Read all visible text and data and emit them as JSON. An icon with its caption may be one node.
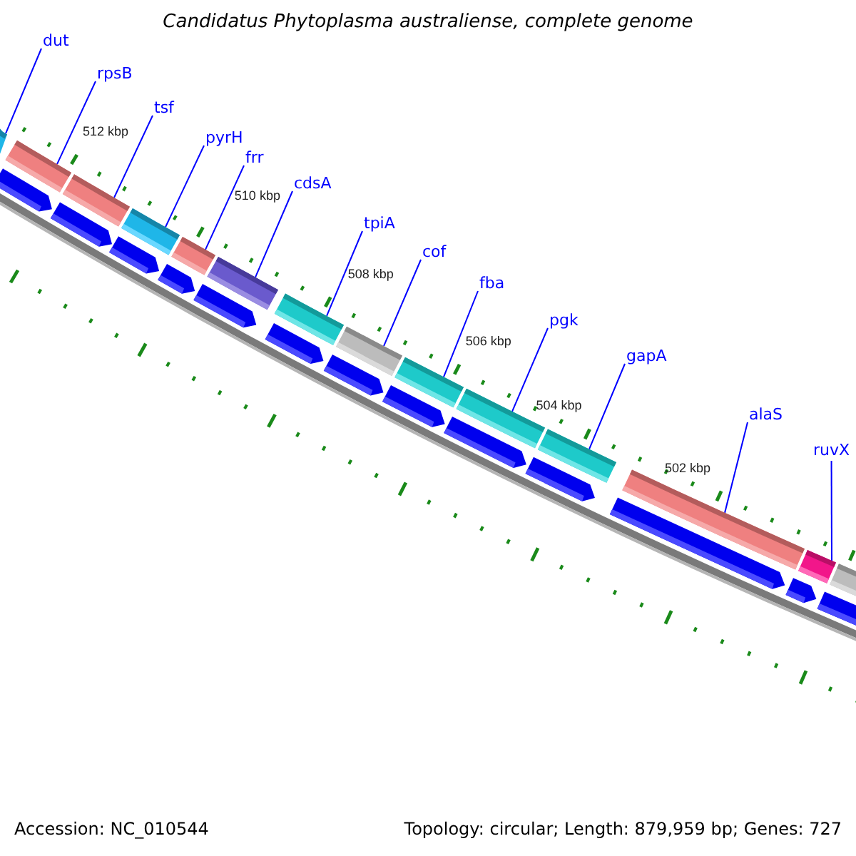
{
  "diagram": {
    "title": "Candidatus Phytoplasma australiense, complete genome",
    "nodes": [
      {
        "text": [
          "dut"
        ]
      },
      {
        "text": [
          "rpsB"
        ]
      },
      {
        "text": [
          "tsf"
        ]
      },
      {
        "text": [
          "pyrH"
        ]
      },
      {
        "text": [
          "frr"
        ]
      },
      {
        "text": [
          "cdsA"
        ]
      },
      {
        "text": [
          "tpiA"
        ]
      },
      {
        "text": [
          "cof"
        ]
      },
      {
        "text": [
          "fba"
        ]
      },
      {
        "text": [
          "pgk"
        ]
      },
      {
        "text": [
          "gapA"
        ]
      },
      {
        "text": [
          "alaS"
        ]
      },
      {
        "text": [
          "ruvX"
        ]
      },
      {
        "text": [],
        "shape": "bar"
      },
      {
        "text": [],
        "shape": "bar"
      },
      {
        "text": [],
        "shape": "bar"
      },
      {
        "text": [],
        "shape": "bar"
      },
      {
        "text": [],
        "shape": "bar"
      },
      {
        "text": [],
        "shape": "bar"
      },
      {
        "text": [],
        "shape": "bar"
      },
      {
        "text": [],
        "shape": "bar"
      },
      {
        "text": [],
        "shape": "bar"
      },
      {
        "text": [],
        "shape": "bar"
      },
      {
        "text": [],
        "shape": "bar"
      },
      {
        "text": [],
        "shape": "bar"
      },
      {
        "text": [],
        "shape": "bar"
      },
      {
        "text": [],
        "shape": "bar"
      }
    ],
    "edges": [
      {
        "from": 0,
        "to": 13,
        "arrow": "none"
      },
      {
        "from": 1,
        "to": 14,
        "arrow": "none"
      },
      {
        "from": 2,
        "to": 15,
        "arrow": "none"
      },
      {
        "from": 3,
        "to": 16,
        "arrow": "none"
      },
      {
        "from": 4,
        "to": 17,
        "arrow": "none"
      },
      {
        "from": 5,
        "to": 18,
        "arrow": "none"
      },
      {
        "from": 6,
        "to": 19,
        "arrow": "none"
      },
      {
        "from": 7,
        "to": 20,
        "arrow": "none"
      },
      {
        "from": 8,
        "to": 21,
        "arrow": "none"
      },
      {
        "from": 9,
        "to": 22,
        "arrow": "none"
      },
      {
        "from": 10,
        "to": 23,
        "arrow": "none"
      },
      {
        "from": 11,
        "to": 24,
        "arrow": "none"
      },
      {
        "from": 12,
        "to": 25,
        "arrow": "none"
      }
    ],
    "labels": [
      "512 kbp",
      "510 kbp",
      "508 kbp",
      "506 kbp",
      "504 kbp",
      "502 kbp",
      "Accession: NC_010544",
      "Topology: circular; Length: 879,959 bp; Genes: 727"
    ]
  }
}
